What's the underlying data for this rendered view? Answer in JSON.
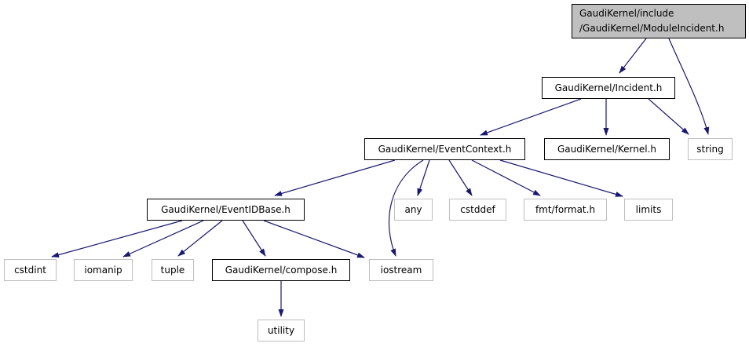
{
  "diagram": {
    "kind": "include-dependency-graph",
    "colors": {
      "edge": "#191970",
      "root_fill": "#bfbfbf",
      "node_fill": "#ffffff",
      "linked_border": "#000000",
      "plain_border": "#bebebe",
      "text": "#000000",
      "background": "#ffffff"
    }
  },
  "nodes": {
    "module_incident": {
      "line1": "GaudiKernel/include",
      "line2": "/GaudiKernel/ModuleIncident.h",
      "label": "GaudiKernel/include /GaudiKernel/ModuleIncident.h"
    },
    "incident": {
      "label": "GaudiKernel/Incident.h"
    },
    "event_context": {
      "label": "GaudiKernel/EventContext.h"
    },
    "kernel": {
      "label": "GaudiKernel/Kernel.h"
    },
    "string": {
      "label": "string"
    },
    "event_id_base": {
      "label": "GaudiKernel/EventIDBase.h"
    },
    "any": {
      "label": "any"
    },
    "cstddef": {
      "label": "cstddef"
    },
    "fmt_format": {
      "label": "fmt/format.h"
    },
    "limits": {
      "label": "limits"
    },
    "cstdint": {
      "label": "cstdint"
    },
    "iomanip": {
      "label": "iomanip"
    },
    "tuple": {
      "label": "tuple"
    },
    "compose": {
      "label": "GaudiKernel/compose.h"
    },
    "iostream": {
      "label": "iostream"
    },
    "utility": {
      "label": "utility"
    }
  },
  "edges": [
    {
      "from": "module_incident",
      "to": "incident"
    },
    {
      "from": "module_incident",
      "to": "string"
    },
    {
      "from": "incident",
      "to": "event_context"
    },
    {
      "from": "incident",
      "to": "kernel"
    },
    {
      "from": "incident",
      "to": "string"
    },
    {
      "from": "event_context",
      "to": "event_id_base"
    },
    {
      "from": "event_context",
      "to": "any"
    },
    {
      "from": "event_context",
      "to": "cstddef"
    },
    {
      "from": "event_context",
      "to": "fmt_format"
    },
    {
      "from": "event_context",
      "to": "limits"
    },
    {
      "from": "event_context",
      "to": "iostream"
    },
    {
      "from": "event_id_base",
      "to": "cstdint"
    },
    {
      "from": "event_id_base",
      "to": "iomanip"
    },
    {
      "from": "event_id_base",
      "to": "tuple"
    },
    {
      "from": "event_id_base",
      "to": "compose"
    },
    {
      "from": "event_id_base",
      "to": "iostream"
    },
    {
      "from": "compose",
      "to": "utility"
    }
  ]
}
